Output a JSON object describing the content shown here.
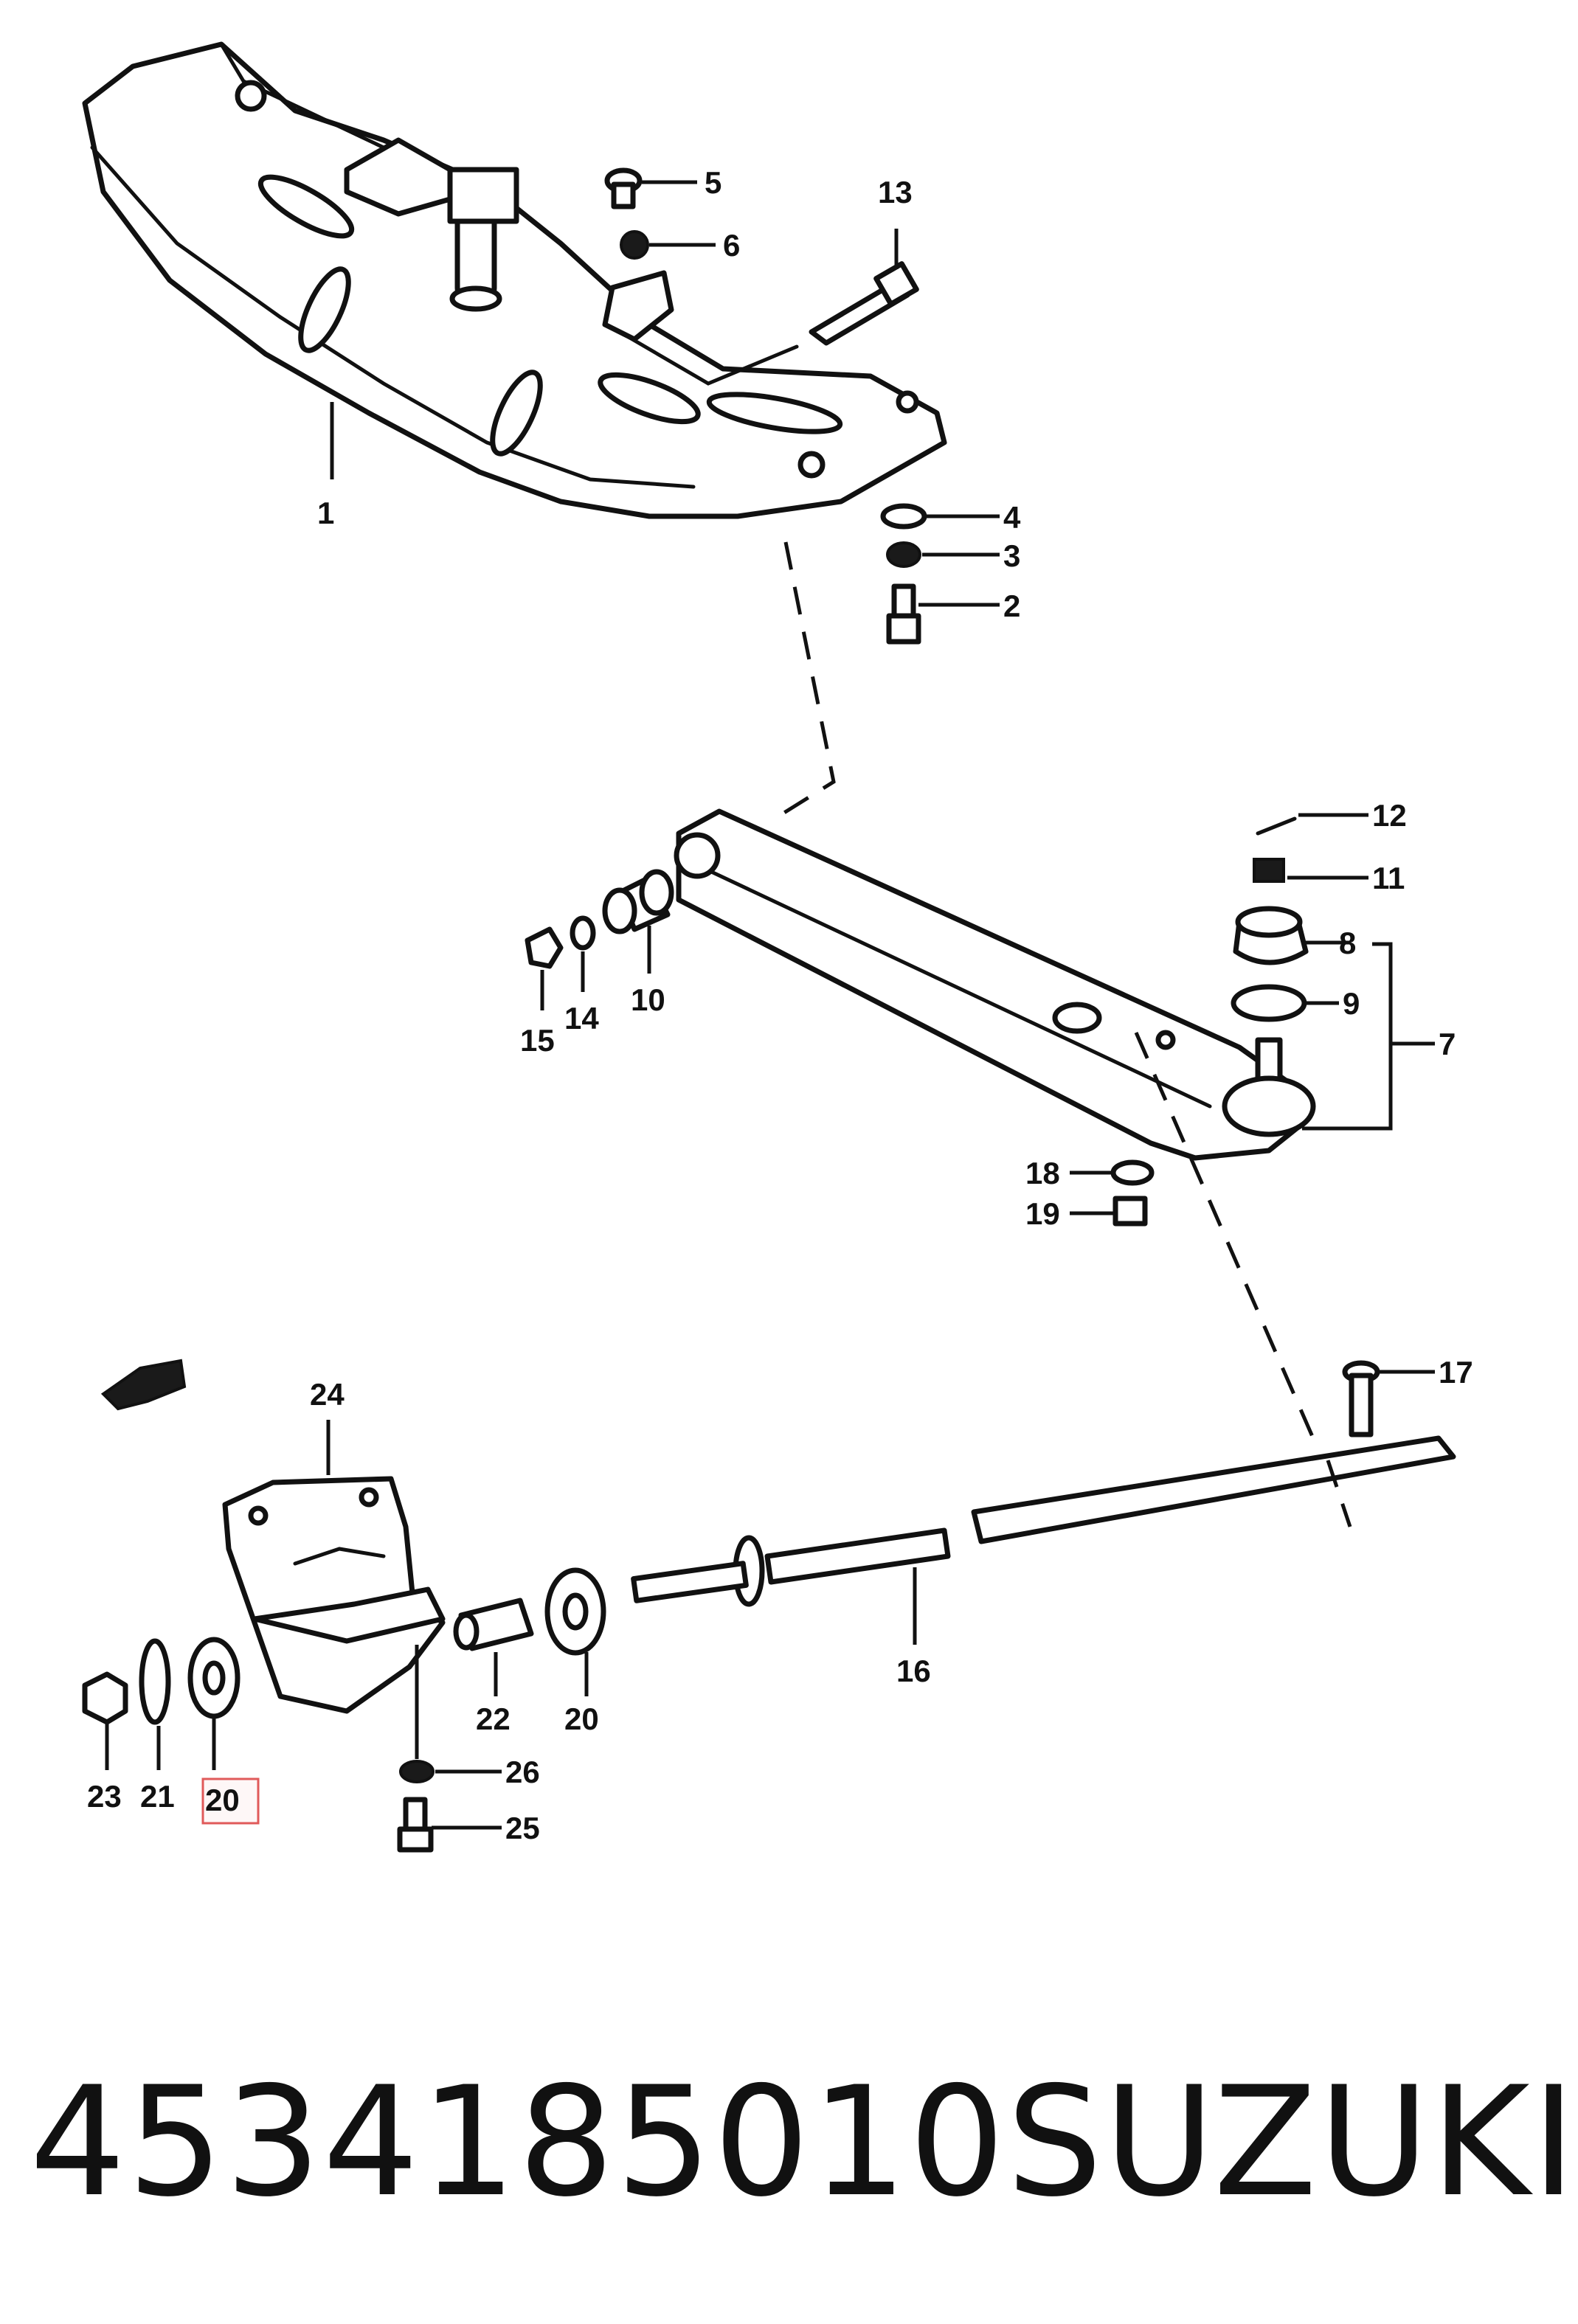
{
  "callouts": {
    "c1": "1",
    "c2": "2",
    "c3": "3",
    "c4": "4",
    "c5": "5",
    "c6": "6",
    "c7": "7",
    "c8": "8",
    "c9": "9",
    "c10": "10",
    "c11": "11",
    "c12": "12",
    "c13": "13",
    "c14": "14",
    "c15": "15",
    "c16": "16",
    "c17": "17",
    "c18": "18",
    "c19": "19",
    "c20": "20",
    "c20b": "20",
    "c21": "21",
    "c22": "22",
    "c23": "23",
    "c24": "24",
    "c25": "25",
    "c26": "26"
  },
  "highlighted_callout": "20",
  "caption": {
    "part_number": "4534185010",
    "brand": "SUZUKI"
  },
  "colors": {
    "ink": "#111111",
    "highlight": "#e05a5a",
    "background": "#ffffff"
  },
  "icons": {
    "direction_arrow": "front-arrow-icon"
  }
}
